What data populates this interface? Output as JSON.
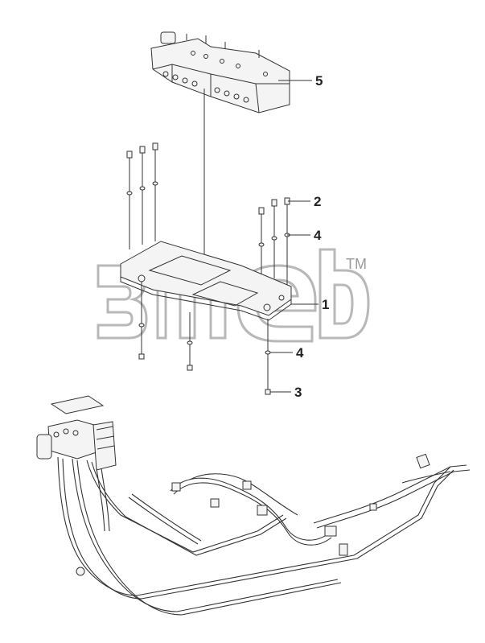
{
  "watermark": {
    "tm": "TM"
  },
  "callouts": [
    {
      "id": "5",
      "label": "5"
    },
    {
      "id": "2",
      "label": "2"
    },
    {
      "id": "4a",
      "label": "4"
    },
    {
      "id": "1",
      "label": "1"
    },
    {
      "id": "4b",
      "label": "4"
    },
    {
      "id": "3",
      "label": "3"
    }
  ],
  "colors": {
    "line": "#333333",
    "watermark": "#b8b8b8",
    "text": "#222222"
  }
}
